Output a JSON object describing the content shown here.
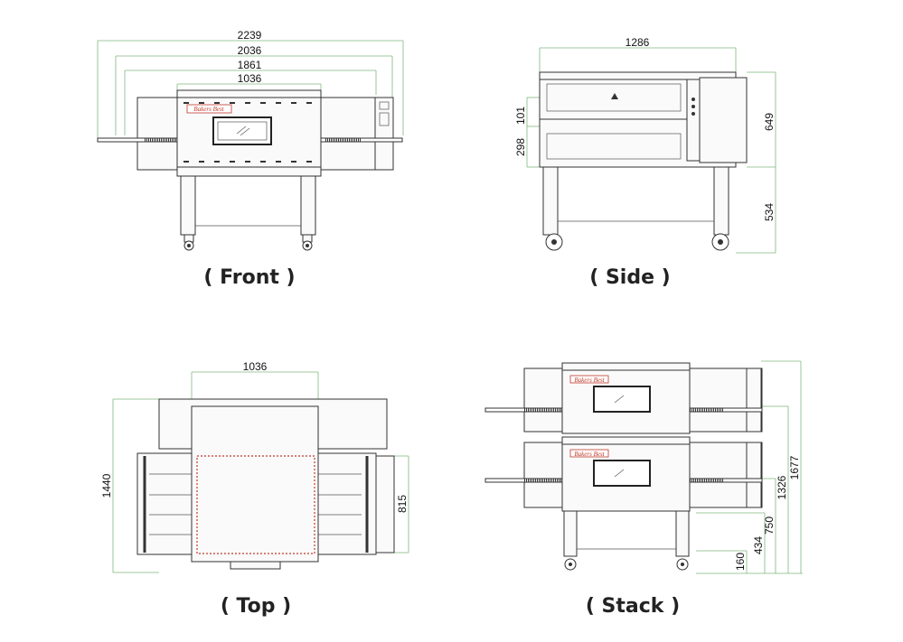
{
  "views": {
    "front": {
      "caption": "( Front )",
      "dims": {
        "d2239": "2239",
        "d2036": "2036",
        "d1861": "1861",
        "d1036": "1036"
      },
      "logo": "Bakers Best"
    },
    "side": {
      "caption": "( Side )",
      "dims": {
        "d1286": "1286",
        "d101": "101",
        "d298": "298",
        "d649": "649",
        "d534": "534"
      }
    },
    "top": {
      "caption": "( Top )",
      "dims": {
        "d1036": "1036",
        "d1440": "1440",
        "d815": "815"
      }
    },
    "stack": {
      "caption": "( Stack )",
      "dims": {
        "d1677": "1677",
        "d1326": "1326",
        "d750": "750",
        "d434": "434",
        "d160": "160"
      },
      "logo": "Bakers Best"
    }
  },
  "colors": {
    "dimension_line": "#7fb77e",
    "logo": "#c0392b",
    "outline": "#333333"
  }
}
